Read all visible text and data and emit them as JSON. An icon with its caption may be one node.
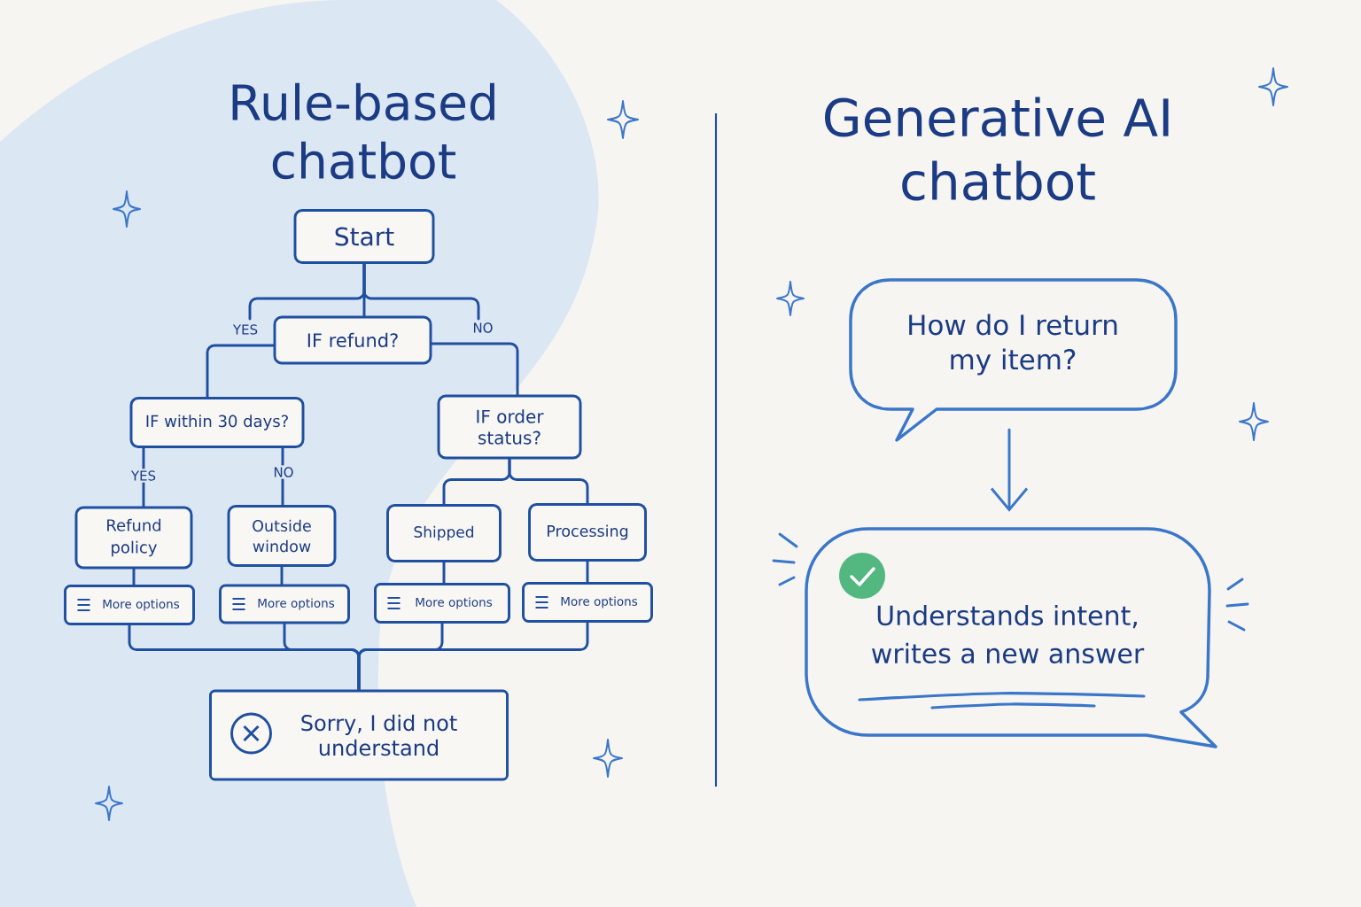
{
  "diagram": {
    "nodes": [
      {
        "text": [
          "Start"
        ]
      },
      {
        "text": [
          "IF refund?"
        ]
      },
      {
        "text": [
          "IF within 30 days?"
        ]
      },
      {
        "text": [
          "IF order status?"
        ]
      },
      {
        "text": [
          "Refund policy"
        ]
      },
      {
        "text": [
          "Outside window"
        ]
      },
      {
        "text": [
          "Shipped"
        ]
      },
      {
        "text": [
          "Processing"
        ]
      },
      {
        "text": [
          "More options"
        ]
      },
      {
        "text": [
          "More options"
        ]
      },
      {
        "text": [
          "More options"
        ]
      },
      {
        "text": [
          "More options"
        ]
      },
      {
        "text": [
          "Sorry, I did not understand"
        ]
      },
      {
        "text": [
          "How do I return my item?"
        ]
      },
      {
        "text": [
          "Understands intent, writes a new answer"
        ]
      }
    ],
    "edges": [
      {
        "from": 0,
        "to": 1,
        "arrow": "none"
      },
      {
        "from": 0,
        "to": null,
        "arrow": "none",
        "label": "YES"
      },
      {
        "from": 0,
        "to": null,
        "arrow": "none",
        "label": "NO"
      },
      {
        "from": 1,
        "to": 2,
        "arrow": "none"
      },
      {
        "from": 1,
        "to": 3,
        "arrow": "none"
      },
      {
        "from": 2,
        "to": 4,
        "arrow": "none",
        "label": "YES"
      },
      {
        "from": 2,
        "to": 5,
        "arrow": "none",
        "label": "NO"
      },
      {
        "from": 3,
        "to": 6,
        "arrow": "none"
      },
      {
        "from": 3,
        "to": 7,
        "arrow": "none"
      },
      {
        "from": 4,
        "to": 8,
        "arrow": "none"
      },
      {
        "from": 5,
        "to": 9,
        "arrow": "none"
      },
      {
        "from": 6,
        "to": 10,
        "arrow": "none"
      },
      {
        "from": 7,
        "to": 11,
        "arrow": "none"
      },
      {
        "from": 8,
        "to": 12,
        "arrow": "none"
      },
      {
        "from": 9,
        "to": 12,
        "arrow": "none"
      },
      {
        "from": 10,
        "to": 12,
        "arrow": "none"
      },
      {
        "from": 11,
        "to": 12,
        "arrow": "none"
      },
      {
        "from": 13,
        "to": 14,
        "arrow": "to",
        "color": "#3a76c9"
      }
    ],
    "labels": [
      "Rule-based chatbot",
      "Generative AI chatbot"
    ]
  }
}
